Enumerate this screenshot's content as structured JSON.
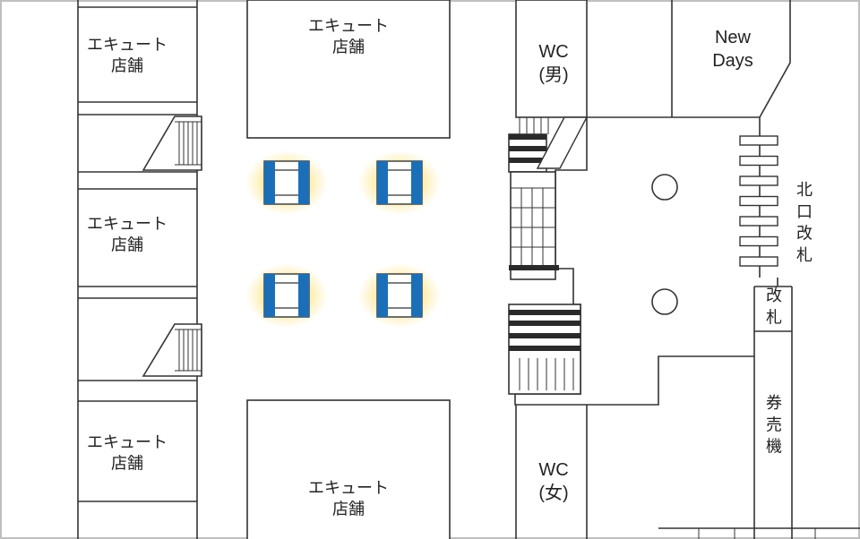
{
  "labels": {
    "shop": "エキュート\n店舗",
    "wc_male": "WC\n(男)",
    "wc_female": "WC\n(女)",
    "newdays": "New\nDays",
    "north_gate": "北口改札",
    "gate": "改札",
    "ticket_machine": "券売機"
  },
  "colors": {
    "background": "#ffffff",
    "border": "#bfbfbf",
    "line": "#333333",
    "gate_blue": "#1a6fb8",
    "glow": "#ffe27a",
    "stair_dark": "#2a2a2a"
  },
  "icons": {
    "ticket_gate": "ticket-gate-icon",
    "pillar": "pillar-icon",
    "stairs": "stairs-icon"
  }
}
